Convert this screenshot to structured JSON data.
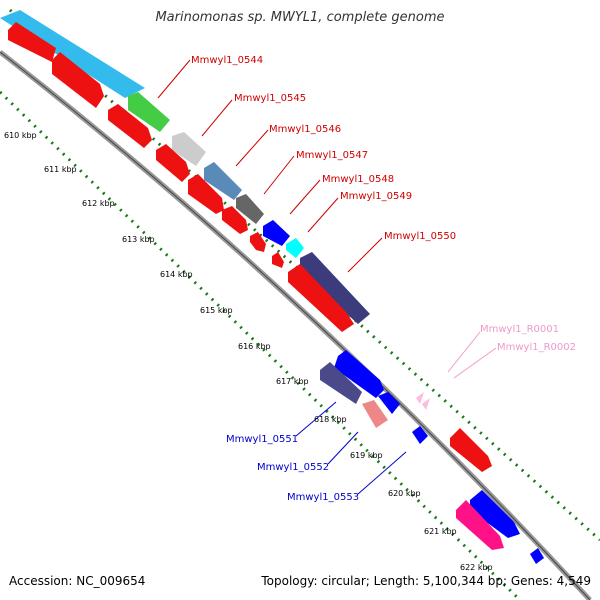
{
  "title": "Marinomonas sp. MWYL1, complete genome",
  "footer": {
    "accession": "Accession: NC_009654",
    "topology": "Topology: circular; Length: 5,100,344 bp; Genes: 4,549"
  },
  "colors": {
    "label_red": "#d00000",
    "label_pink": "#ee99cc",
    "label_blue": "#0000cc",
    "backbone": "#888888",
    "track_dots": "#1a7a1a"
  },
  "ticks": [
    "610 kbp",
    "611 kbp",
    "612 kbp",
    "613 kbp",
    "614 kbp",
    "615 kbp",
    "616 kbp",
    "617 kbp",
    "618 kbp",
    "619 kbp",
    "620 kbp",
    "621 kbp",
    "622 kbp"
  ],
  "labels": {
    "l0544": "Mmwyl1_0544",
    "l0545": "Mmwyl1_0545",
    "l0546": "Mmwyl1_0546",
    "l0547": "Mmwyl1_0547",
    "l0548": "Mmwyl1_0548",
    "l0549": "Mmwyl1_0549",
    "l0550": "Mmwyl1_0550",
    "lR0001": "Mmwyl1_R0001",
    "lR0002": "Mmwyl1_R0002",
    "l0551": "Mmwyl1_0551",
    "l0552": "Mmwyl1_0552",
    "l0553": "Mmwyl1_0553"
  }
}
